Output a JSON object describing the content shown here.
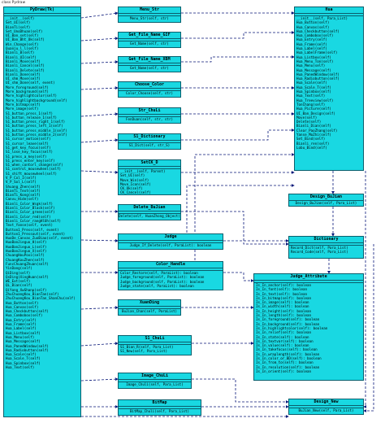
{
  "package_label": "class Pydraw",
  "classes": {
    "pydraw": {
      "title": "PyDraw(Tk)",
      "fields": [],
      "methods": [
        "__init__(self)",
        "Set_UI(self)",
        "BianTi(self)",
        "Set_UnoDhuan(self)",
        "UI_Ban_set(self)",
        "UI_Ban_Bht_Ok(self)",
        "Win_Change(self)",
        "Quanju_l_l(self)",
        "Bianli_B(self)",
        "Bianli_UI(self)",
        "Bianli_Move(self)",
        "Bianli_Cancel(self)",
        "Bianli_Delete(self)",
        "Bianli_Done(self)",
        "UI_shm_Move(self)",
        "UI_shm_Done(self, event)",
        "More_foreground(self)",
        "More_background(self)",
        "More_highlightcolor(self)",
        "More_highlightbackground(self)",
        "More_bitmap(self)",
        "More_image(self)",
        "S1_button_press_1(self)",
        "S1_button_release_1(self)",
        "S1_button_press_right_1(self)",
        "S1_button_press_left_1(self)",
        "S1_button_press_middle_1(self)",
        "S1_button_press_middle_2(self)",
        "S1_cursor_motion(self)",
        "S1_cursor_leave(self)",
        "S1_get_key_focus(self)",
        "S1_lose_key_focus(self)",
        "S1_press_a_key(self)",
        "S1_press_enter_key(self)",
        "S1_when_contorl_change(self)",
        "S1_control_mousewheel(self)",
        "S1_shift_mousewheel(self)",
        "V_P_Col_I(self)",
        "V_P_Sol_L(self)",
        "Shuang_Zhen(self)",
        "BianTi_Text(self)",
        "BianTi_Kong(self)",
        "Canvu_Hide(self)",
        "Bianli_Color_Wsgk(self)",
        "Bianli_Color_Black(self)",
        "Bianli_Color_green(self)",
        "Bianli_Color_red(self)",
        "Bianli_Color_rangHlUh(self)",
        "Text_Yanse(self, event)",
        "Button1_Press(self, event)",
        "Button1_Pressout(self, event)",
        "HuoDe_Canvas_ZuoBiao(self, event)",
        "HuoBanJieguo_H(self)",
        "HuoBanJieguo_L(self)",
        "HuoBanJieguo_X(self)",
        "ChuangHouPoxi(self)",
        "ChuangKouZhen(self)",
        "FuncChuangZhuan(self)",
        "YinDang(self)",
        "QiDing(self)",
        "QsDing(XingHuan(self)",
        "WE_Ext(self)",
        "QL_Bian(self)",
        "QiYong_XwShanp(self)",
        "ZhuChuangKou_BianTan(self)",
        "ZhuChuangKou_BianTan_ShanChu(self)",
        "Hua_Button(self)",
        "Hua_Canvas(self)",
        "Hua_Checkbutton(self)",
        "Hua_Combobox(self)",
        "Hua_Entry(self)",
        "Hua_Frame(self)",
        "Hua_Label(self)",
        "Hua_Listbox(self)",
        "Hua_Menu(self)",
        "Hua_Message(self)",
        "Hua_PanedWindow(self)",
        "Hua_Radiobutton(self)",
        "Hua_Scale(self)",
        "Hua_Scale_T(self)",
        "Hua_Spinbox(self)",
        "Hua_Text(self)"
      ]
    },
    "menu_str": {
      "title": "Menu_Str",
      "fields": [],
      "methods": [
        "Menu_Str(self, str)"
      ]
    },
    "get_file_name_gif": {
      "title": "Get_File_Name_GIF",
      "fields": [],
      "methods": [
        "Get_Name(self, str)"
      ]
    },
    "get_file_name_xbm": {
      "title": "Get_File_Name_XBM",
      "fields": [],
      "methods": [
        "Get_Name(self, str)"
      ]
    },
    "choose_color": {
      "title": "Choose_Color",
      "fields": [],
      "methods": [
        "Color_Choose(self, str)"
      ]
    },
    "str_chuli": {
      "title": "Str_ChuLi",
      "fields": [],
      "methods": [
        "FenDuan(self, str, str)"
      ]
    },
    "s1_dictionary": {
      "title": "S1_Dictionary",
      "fields": [],
      "methods": [
        "S1_Dict(self, str_S)"
      ]
    },
    "setck_d": {
      "title": "SetCK_D",
      "fields": [],
      "methods": [
        "__init__(self, Parent)",
        "Set_UI(self)",
        "Move_Win(self)",
        "Move_Icon(self)",
        "CK_Ok(self)",
        "CK_Cancel(self)"
      ]
    },
    "delete_builian": {
      "title": "Delete_BuJian",
      "fields": [],
      "methods": [
        "Delete(self, HuanZhong_Object)"
      ]
    },
    "judge": {
      "title": "Judge",
      "fields": [],
      "methods": [
        "Judge_If_Delete(self, ParaList): boolean"
      ]
    },
    "color_handle": {
      "title": "Color_Handle",
      "fields": [],
      "methods": [
        "Color_Restore(self, ParaList): boolean",
        "Judge_foreground(self, ParaList): boolean",
        "Judge_background(self, ParaList): boolean",
        "Judge_state(self, ParaList): boolean"
      ]
    },
    "xuandhuang": {
      "title": "XuanDing",
      "fields": [],
      "methods": [
        "BuJian_Chan(self, ParaList)"
      ]
    },
    "s1_chuli": {
      "title": "S1_ChuLi",
      "fields": [],
      "methods": [
        "S1_Bian_R(self, Para_List)",
        "S1_New(self, Para_List)"
      ]
    },
    "image_chuli": {
      "title": "Image_ChuLi",
      "fields": [],
      "methods": [
        "Image_Chuli(self, Para_List)"
      ]
    },
    "bitmap": {
      "title": "BitMap",
      "fields": [],
      "methods": [
        "BitMap_Chuli(self, Para_List)"
      ]
    },
    "hua": {
      "title": "Hua",
      "fields": [],
      "methods": [
        "__init__(self, Para_List)",
        "Hua_Button(self)",
        "Hua_Canvas(self)",
        "Hua_Checkbutton(self)",
        "Hua_Combobox(self)",
        "Hua_Entry(self)",
        "Hua_Frame(self)",
        "Hua_Label(self)",
        "Hua_LabelFrame(self)",
        "Hua_Listbox(self)",
        "Hua_Menu_Ton(self)",
        "Hua_Menu(self)",
        "Hua_Message(self)",
        "Hua_PanedWindow(self)",
        "Hua_Radiobutton(self)",
        "Hua_Scale(self)",
        "Hua_Scale_T(self)",
        "Hua_Spinbox(self)",
        "Hua_Text(self)",
        "Hua_Treeview(self)",
        "TonChang(self)",
        "Hua_Picture(self)",
        "UI_Ban_Design(self)",
        "Move(self)",
        "Delete(self)",
        "Bianli_Dian(self)",
        "Clear_PaoZhang(self)",
        "Yanse_MoZhi(self)",
        "Set_Bind(self)",
        "Bianli_ren(self)",
        "Lobu_Bind(self)"
      ]
    },
    "design_builian": {
      "title": "Design_BuJian",
      "fields": [],
      "methods": [
        "Design_BuJian(self, Para_List)"
      ]
    },
    "dictionary": {
      "title": "Dictionary",
      "fields": [],
      "methods": [
        "Record_Dict(self, Para_List)",
        "Record_Code(self, Para_List)"
      ]
    },
    "judge_attribute": {
      "title": "Judge_Attribute",
      "fields": [],
      "methods": [
        "Is_In_anchor(self): boolean",
        "Is_In_font(self): boolean",
        "Is_In_text(self): boolean",
        "Is_In_bitmap(self): boolean",
        "Is_In_image(self): boolean",
        "Is_In_width(self): boolean",
        "Is_In_height(self): boolean",
        "Is_In_length(self): boolean",
        "Is_In_foreground(self): boolean",
        "Is_In_background(self): boolean",
        "Is_In_highlightcolor(self): boolean",
        "Is_In_relief(self): boolean",
        "Is_In_state(self): boolean",
        "Is_In_textvar(self): boolean",
        "Is_In_value(self): boolean",
        "Is_In_takefocus(self): boolean",
        "Is_In_wraplength(self): boolean",
        "Is_In_color_or_BD(self): boolean",
        "Is_In_from_to(self): boolean",
        "Is_In_resolution(self): boolean",
        "Is_In_orient(self): boolean"
      ]
    },
    "design_new": {
      "title": "Design_New",
      "fields": [],
      "methods": [
        "BuJian_New(self, Para_List)"
      ]
    }
  }
}
